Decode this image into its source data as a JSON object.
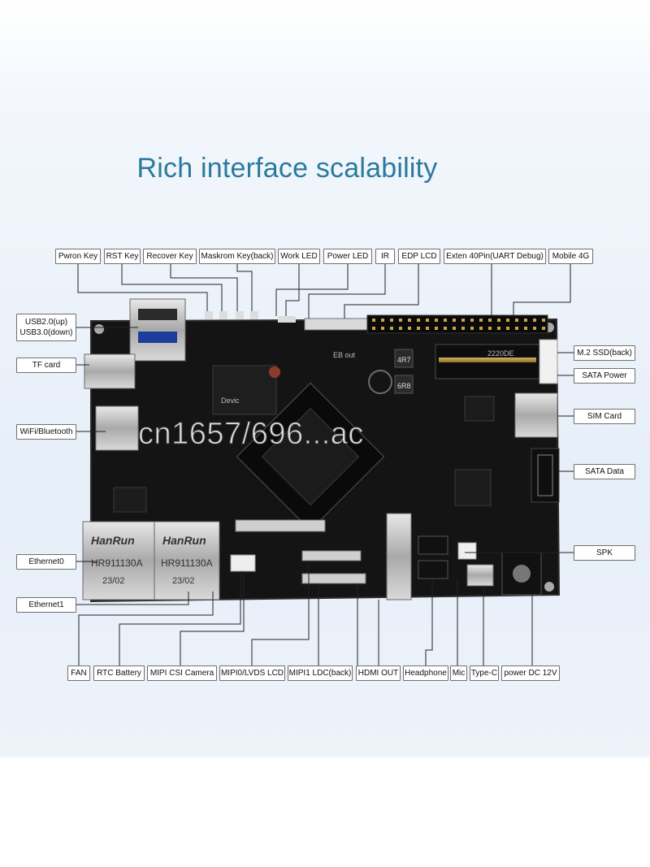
{
  "title": "Rich interface scalability",
  "top_labels": [
    "Pwron Key",
    "RST Key",
    "Recover Key",
    "Maskrom Key(back)",
    "Work LED",
    "Power LED",
    "IR",
    "EDP LCD",
    "Exten 40Pin(UART Debug)",
    "Mobile 4G"
  ],
  "left_labels": [
    "USB2.0(up)",
    "USB3.0(down)",
    "TF card",
    "WiFi/Bluetooth",
    "Ethernet0",
    "Ethernet1"
  ],
  "right_labels": [
    "M.2 SSD(back)",
    "SATA Power",
    "SIM Card",
    "SATA Data",
    "SPK"
  ],
  "bottom_labels": [
    "FAN",
    "RTC Battery",
    "MIPI CSI Camera",
    "MIPI0/LVDS LCD",
    "MIPI1 LDC(back)",
    "HDMI OUT",
    "Headphone",
    "Mic",
    "Type-C",
    "power DC 12V"
  ],
  "board_text": {
    "rj45_brand_1": "HanRun",
    "rj45_model_1": "HR911130A",
    "rj45_date_1": "23/02",
    "rj45_brand_2": "HanRun",
    "rj45_model_2": "HR911130A",
    "rj45_date_2": "23/02",
    "inductor_1": "4R7",
    "inductor_2": "6R8",
    "m2_code": "2220DE",
    "edp_mark": "EB out",
    "chip_mark": "Devic"
  },
  "watermark": "cn1657/696...ac",
  "colors": {
    "title": "#2a7a9e",
    "board": "#151515",
    "lines": "#222222"
  }
}
